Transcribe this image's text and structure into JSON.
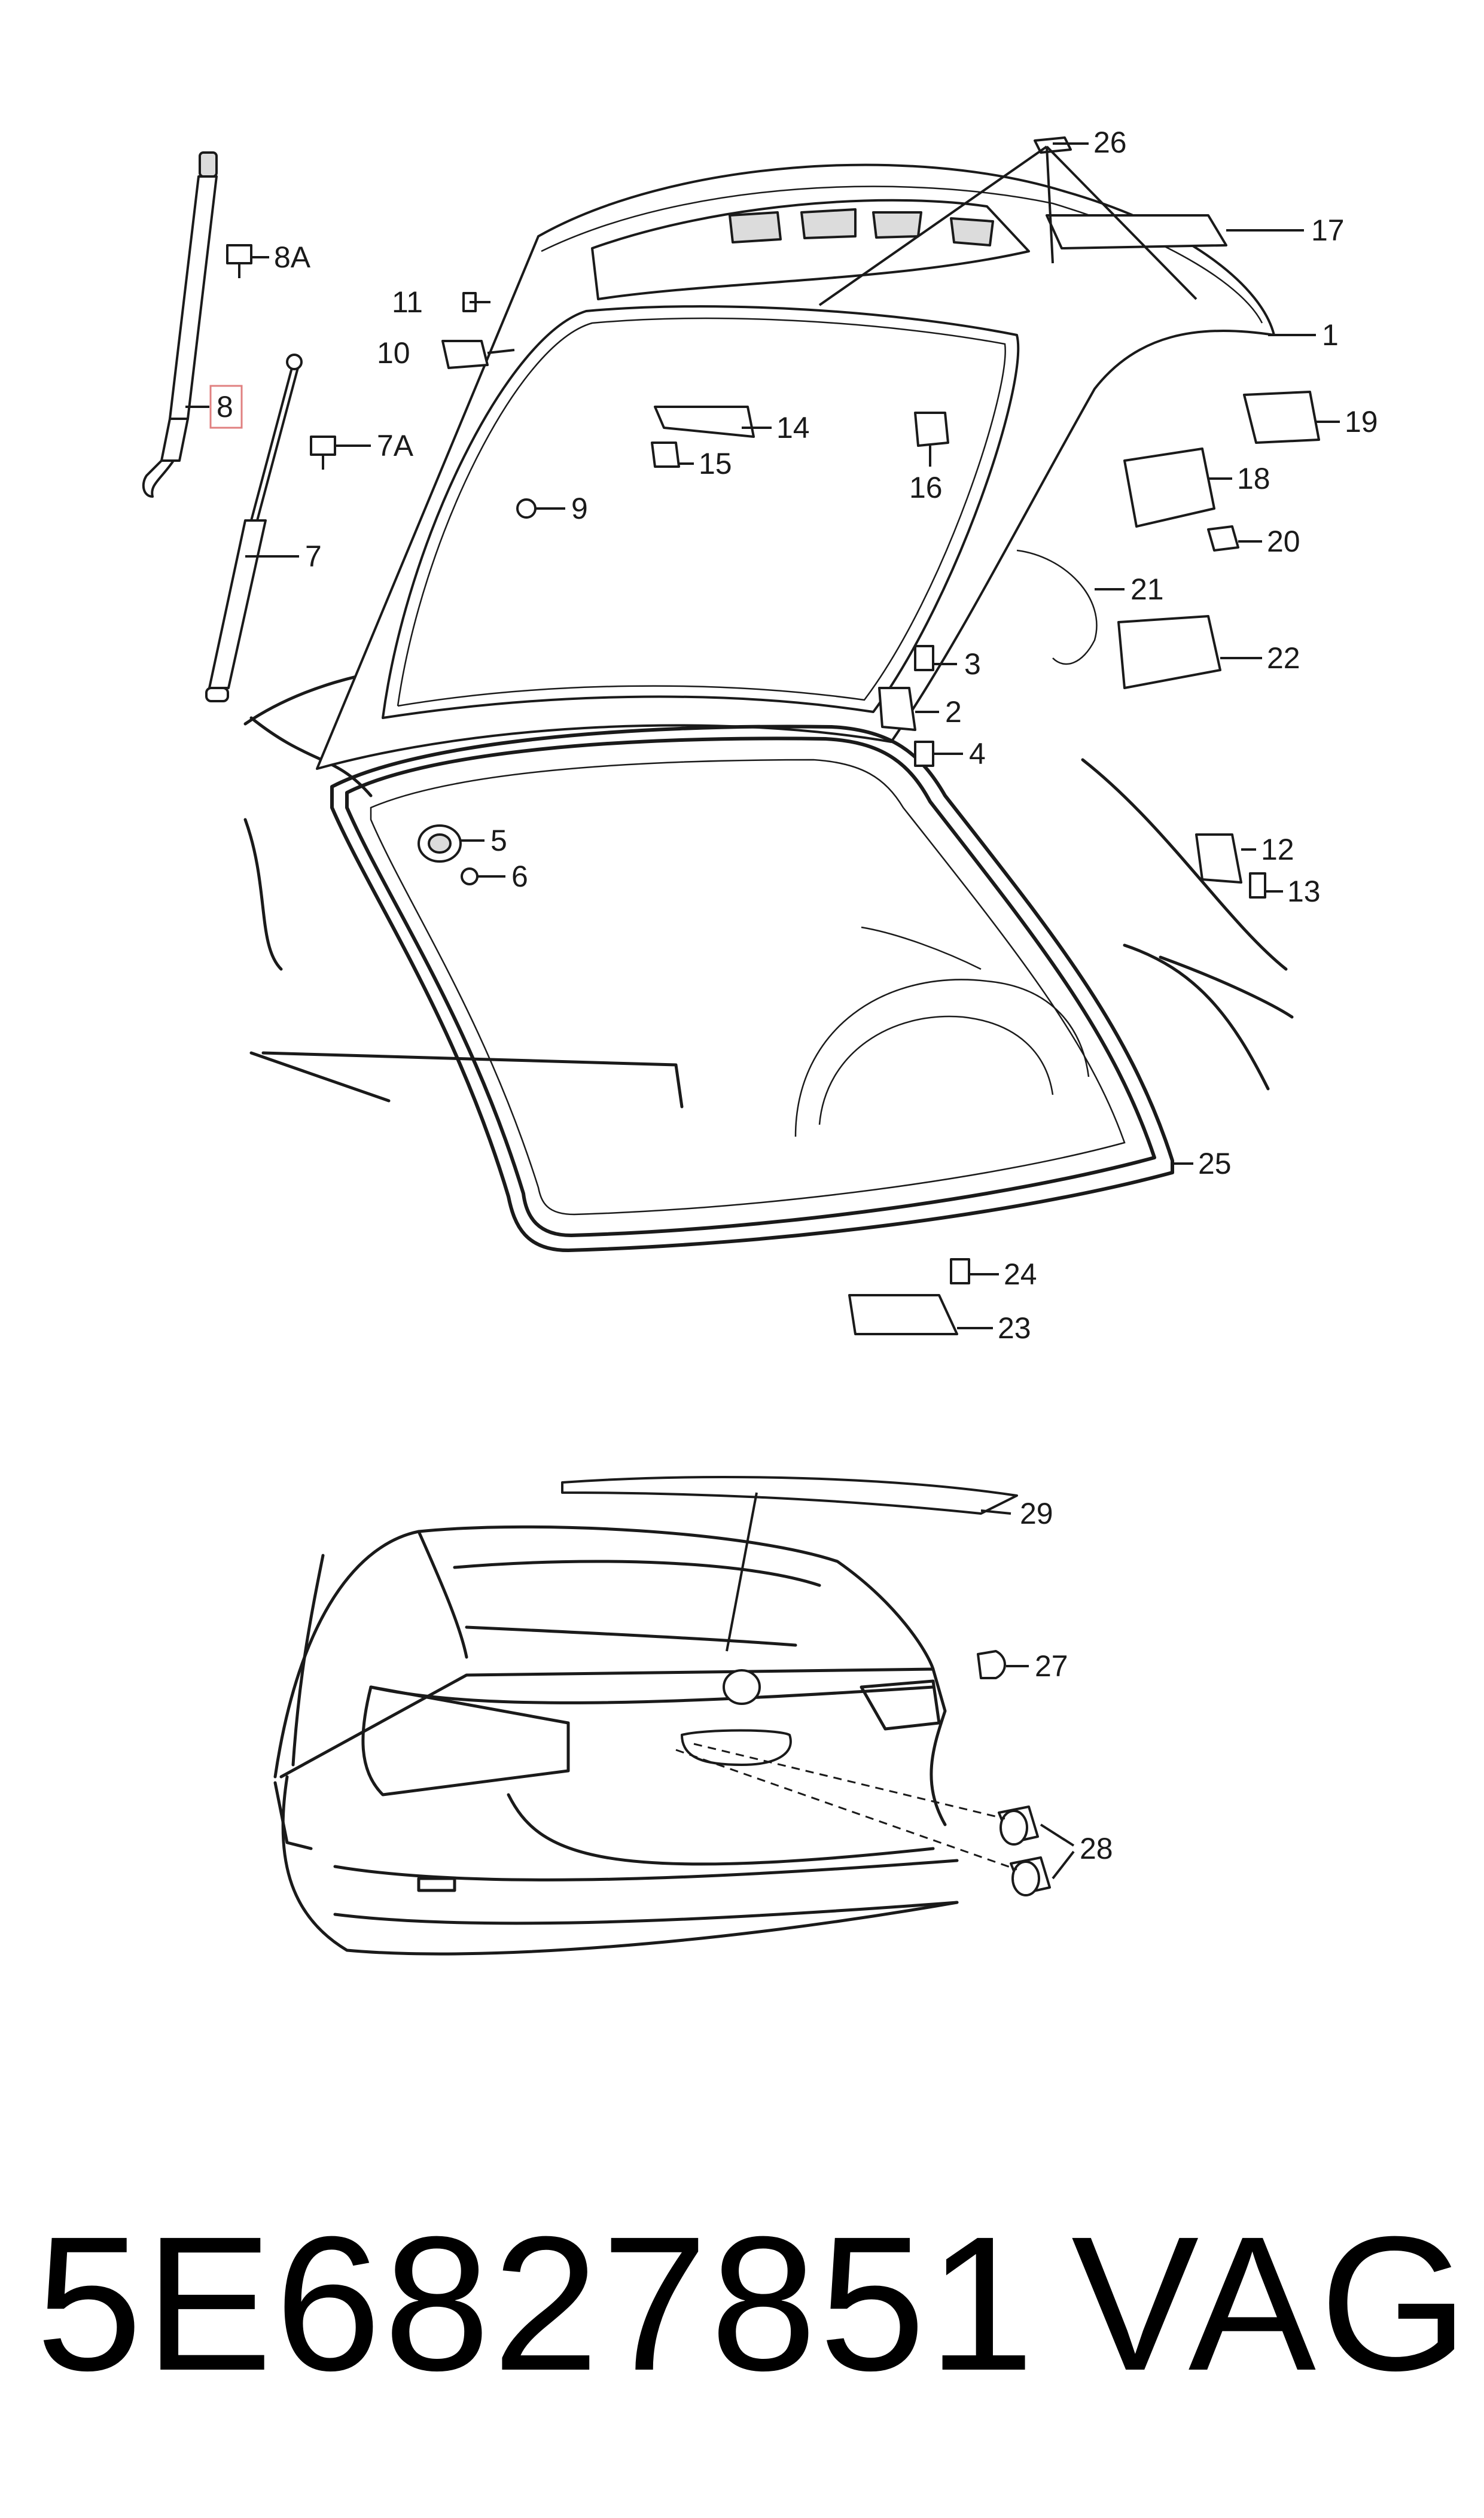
{
  "callouts": {
    "c1": "1",
    "c2": "2",
    "c3": "3",
    "c4": "4",
    "c5": "5",
    "c6": "6",
    "c7": "7",
    "c7a": "7A",
    "c8": "8",
    "c8a": "8A",
    "c9": "9",
    "c10": "10",
    "c11": "11",
    "c12": "12",
    "c13": "13",
    "c14": "14",
    "c15": "15",
    "c16": "16",
    "c17": "17",
    "c18": "18",
    "c19": "19",
    "c20": "20",
    "c21": "21",
    "c22": "22",
    "c23": "23",
    "c24": "24",
    "c25": "25",
    "c26": "26",
    "c27": "27",
    "c28": "28",
    "c29": "29"
  },
  "highlight": {
    "callout": "8",
    "color": "#e08080"
  },
  "footer": {
    "part_number": "5E6827851",
    "brand": "VAG"
  }
}
